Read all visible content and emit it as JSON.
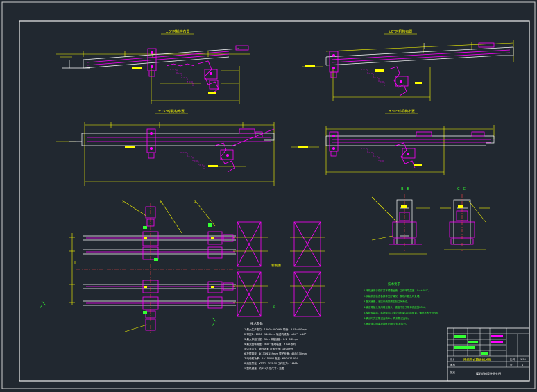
{
  "colors": {
    "background": "#212830",
    "border": "#e8e8e8",
    "structure": "#ff00ff",
    "dimension": "#ffff00",
    "frame": "#ffffff",
    "note": "#33ff33",
    "center_line": "#ff4444",
    "axis": "#00e5ff"
  },
  "views": {
    "top_left_title": "±0°时机构布置",
    "top_right_title": "±0°时机构布置",
    "mid_left_title": "±15°时机构布置",
    "mid_right_title": "±30°时机构布置",
    "plan_label": "俯视图",
    "section_b": "B—B",
    "section_c": "C—C"
  },
  "notes": {
    "tech_title": "技术参数",
    "tech_lines": [
      "1.最大生产能力：1600~2000t/h  带速：3.15~4.0m/s",
      "2.带宽B：1200~1400mm  输送机倾角：±16°~±18°",
      "3.最大伸缩行程：30m  伸缩速度：0.1~0.2m/s",
      "4.最大回转角度：±30°  驱动装置：YTGZ系列",
      "5.张紧方式：液压张紧  张紧行程：1500mm",
      "6.托辊直径：Φ133/Φ159mm  辊子长度：465/530mm",
      "7.电动机功率：2×110kW  电压：660V/1140V",
      "8.液压泵站：YTZG—315.00  工作压力：16MPa",
      "9.整机重量：约85t  外形尺寸：见图"
    ],
    "req_title": "技术要求",
    "req_lines": [
      "1.本机适用于煤矿井下顺槽运输，工作环境温度-10~+40℃。",
      "2.安装前应检查各部件完好情况，发现问题及时处理。",
      "3.各减速器、液压系统按规定加注润滑油。",
      "4.输送带接头采用硫化接头，强度不低于带体强度的85%。",
      "5.整机安装后，各托辊中心线应与机架中心线垂直，偏差不大于2mm。",
      "6.调试时先空载试运转2h，再负载试运转。",
      "7.其余未注明事项按MT/T相关标准执行。"
    ]
  },
  "title_block": {
    "drawing_title": "伸缩带式输送机总图",
    "scale_label": "比例",
    "scale": "1:50",
    "sheet_label": "张",
    "sheet_count": "1",
    "designer_label": "设计",
    "checker_label": "审核",
    "approver_label": "批准",
    "company": "煤矿机械设计研究所"
  }
}
